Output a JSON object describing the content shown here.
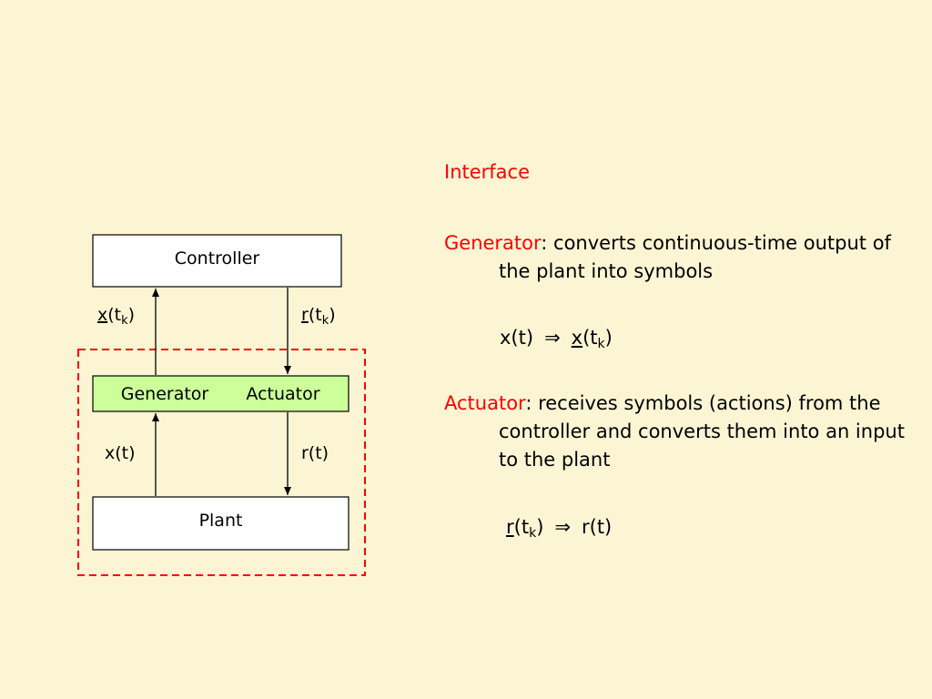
{
  "colors": {
    "background": "#fcf5d4",
    "accent_red": "#ff0000",
    "interface_fill": "#ccff99"
  },
  "diagram": {
    "controller_label": "Controller",
    "generator_label": "Generator",
    "actuator_label": "Actuator",
    "plant_label": "Plant",
    "upper_left_signal": {
      "main": "x",
      "open": "(t",
      "sub": "k",
      "close": ")"
    },
    "upper_right_signal": {
      "main": "r",
      "open": "(t",
      "sub": "k",
      "close": ")"
    },
    "lower_left_signal": "x(t)",
    "lower_right_signal": "r(t)"
  },
  "panel": {
    "title": "Interface",
    "generator_term": "Generator",
    "generator_text": ": converts continuous-time output of the plant into symbols",
    "formula1": {
      "lhs": "x(t)",
      "arrow": "⇒",
      "rhs_main": "x",
      "rhs_open": "(t",
      "rhs_sub": "k",
      "rhs_close": ")"
    },
    "actuator_term": "Actuator",
    "actuator_text": ": receives symbols (actions) from the controller and converts them into an input to the plant",
    "formula2": {
      "lhs_main": "r",
      "lhs_open": "(t",
      "lhs_sub": "k",
      "lhs_close": ")",
      "arrow": "⇒",
      "rhs": "r(t)"
    }
  }
}
